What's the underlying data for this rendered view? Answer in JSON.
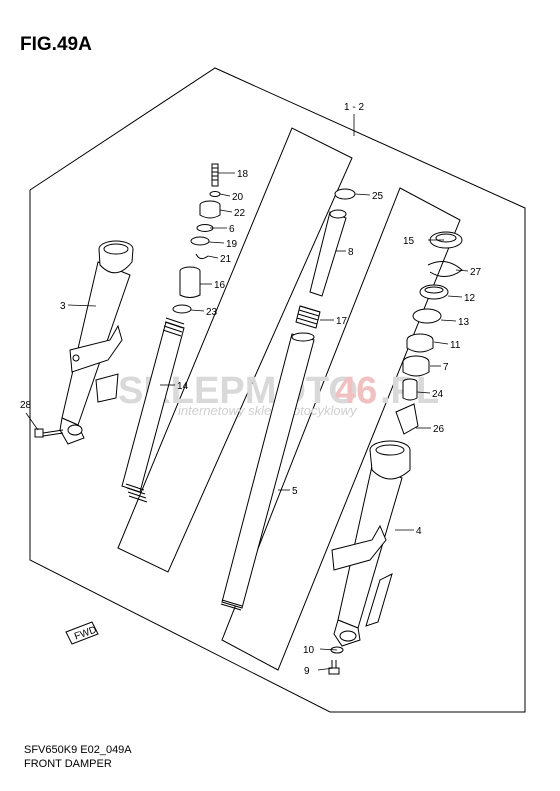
{
  "figure": {
    "title": "FIG.49A",
    "code": "SFV650K9 E02_049A",
    "caption": "FRONT DAMPER"
  },
  "watermark": {
    "text_main": "SKLEPMOTO",
    "text_accent": "46",
    "text_tail": ".PL",
    "subtitle": "internetowy sklep motocyklowy",
    "accent_color": "#e8a0a0"
  },
  "callouts": {
    "c1_2": "1 - 2",
    "c3": "3",
    "c4": "4",
    "c5": "5",
    "c6": "6",
    "c7": "7",
    "c8": "8",
    "c9": "9",
    "c10": "10",
    "c11": "11",
    "c12": "12",
    "c13": "13",
    "c14": "14",
    "c15": "15",
    "c16": "16",
    "c17": "17",
    "c18": "18",
    "c19": "19",
    "c20": "20",
    "c21": "21",
    "c22": "22",
    "c23": "23",
    "c24": "24",
    "c25": "25",
    "c26": "26",
    "c27": "27",
    "c28": "28"
  },
  "direction_badge": {
    "label": "FWD",
    "icon": "arrow-left-icon"
  }
}
